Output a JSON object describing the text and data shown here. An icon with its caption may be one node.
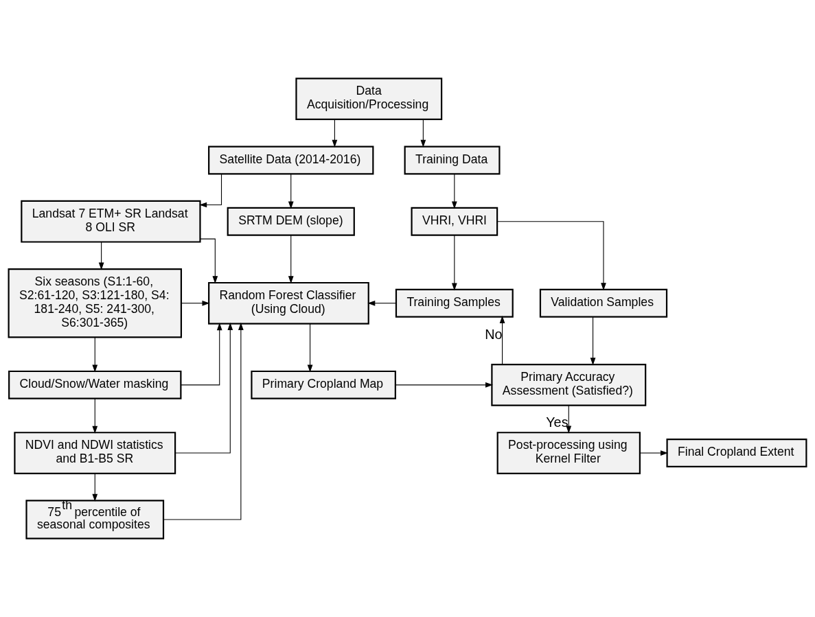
{
  "diagram": {
    "nodes": [
      {
        "text": [
          "Data Acquisition/Processing"
        ]
      },
      {
        "text": [
          "Satellite Data (2014-2016)"
        ]
      },
      {
        "text": [
          "Training Data"
        ]
      },
      {
        "text": [
          "Landsat 7 ETM+ SR Landsat 8 OLI SR"
        ]
      },
      {
        "text": [
          "SRTM DEM (slope)"
        ]
      },
      {
        "text": [
          "VHRI, VHRI"
        ]
      },
      {
        "text": [
          "Six seasons (S1:1-60, S2:61-120, S3:121-180, S4: 181-240, S5: 241-300, S6:301-365)"
        ]
      },
      {
        "text": [
          "Random Forest Classifier (Using Cloud)"
        ]
      },
      {
        "text": [
          "Training Samples"
        ]
      },
      {
        "text": [
          "Validation Samples"
        ]
      },
      {
        "text": [
          "Cloud/Snow/Water masking"
        ]
      },
      {
        "text": [
          "Primary Cropland Map"
        ]
      },
      {
        "text": [
          "Primary Accuracy Assessment (Satisfied?)"
        ]
      },
      {
        "text": [
          "NDVI and NDWI statistics and B1-B5 SR"
        ]
      },
      {
        "text": [
          "75$^{th}$ percentile of seasonal composites"
        ]
      },
      {
        "text": [
          "Post-processing using Kernel Filter"
        ]
      },
      {
        "text": [
          "Final Cropland Extent"
        ]
      }
    ],
    "edges": [
      {
        "from": 0,
        "to": 1,
        "arrow": "to"
      },
      {
        "from": 0,
        "to": 2,
        "arrow": "to"
      },
      {
        "from": 1,
        "to": 3,
        "arrow": "to"
      },
      {
        "from": 1,
        "to": 4,
        "arrow": "to"
      },
      {
        "from": 2,
        "to": 5,
        "arrow": "to"
      },
      {
        "from": 3,
        "to": 6,
        "arrow": "to"
      },
      {
        "from": 4,
        "to": 7,
        "arrow": "to"
      },
      {
        "from": 5,
        "to": 8,
        "arrow": "to"
      },
      {
        "from": 5,
        "to": 9,
        "arrow": "to"
      },
      {
        "from": 3,
        "to": 7,
        "arrow": "to"
      },
      {
        "from": 6,
        "to": 7,
        "arrow": "to"
      },
      {
        "from": 10,
        "to": 7,
        "arrow": "to"
      },
      {
        "from": 13,
        "to": 7,
        "arrow": "to"
      },
      {
        "from": 14,
        "to": 7,
        "arrow": "to"
      },
      {
        "from": 8,
        "to": 7,
        "arrow": "to"
      },
      {
        "from": 6,
        "to": 10,
        "arrow": "to"
      },
      {
        "from": 7,
        "to": 11,
        "arrow": "to"
      },
      {
        "from": 9,
        "to": 12,
        "arrow": "to"
      },
      {
        "from": 12,
        "to": 8,
        "arrow": "to",
        "label": "No"
      },
      {
        "from": 11,
        "to": 12,
        "arrow": "to"
      },
      {
        "from": 10,
        "to": 13,
        "arrow": "to"
      },
      {
        "from": 13,
        "to": 14,
        "arrow": "to"
      },
      {
        "from": 12,
        "to": 15,
        "arrow": "to",
        "label": "Yes"
      },
      {
        "from": 15,
        "to": 16,
        "arrow": "to"
      }
    ]
  }
}
